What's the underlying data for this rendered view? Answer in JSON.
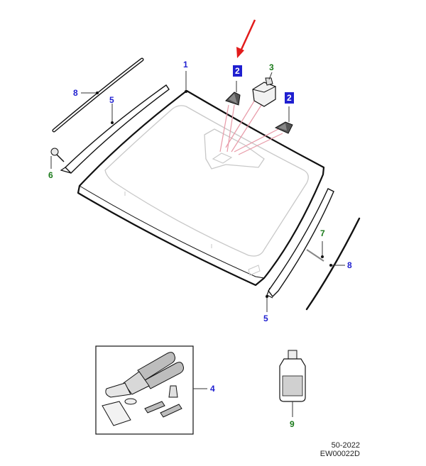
{
  "callouts": {
    "windshield": "1",
    "sensor_cover_top": "2",
    "sensor_cover_right": "2",
    "rain_sensor": "3",
    "bonding_kit": "4",
    "trim_left": "5",
    "trim_right": "5",
    "clip": "6",
    "pin": "7",
    "seal_left": "8",
    "seal_right": "8",
    "fluid_bottle": "9"
  },
  "footer": {
    "code": "50-2022",
    "ref": "EW00022D"
  },
  "colors": {
    "blue_label": "#1f1fd0",
    "green_label": "#1a7a1a",
    "highlight_box": "#1f1fd0",
    "leader_pink": "#e89aa8",
    "arrow_red": "#e21b1b"
  }
}
